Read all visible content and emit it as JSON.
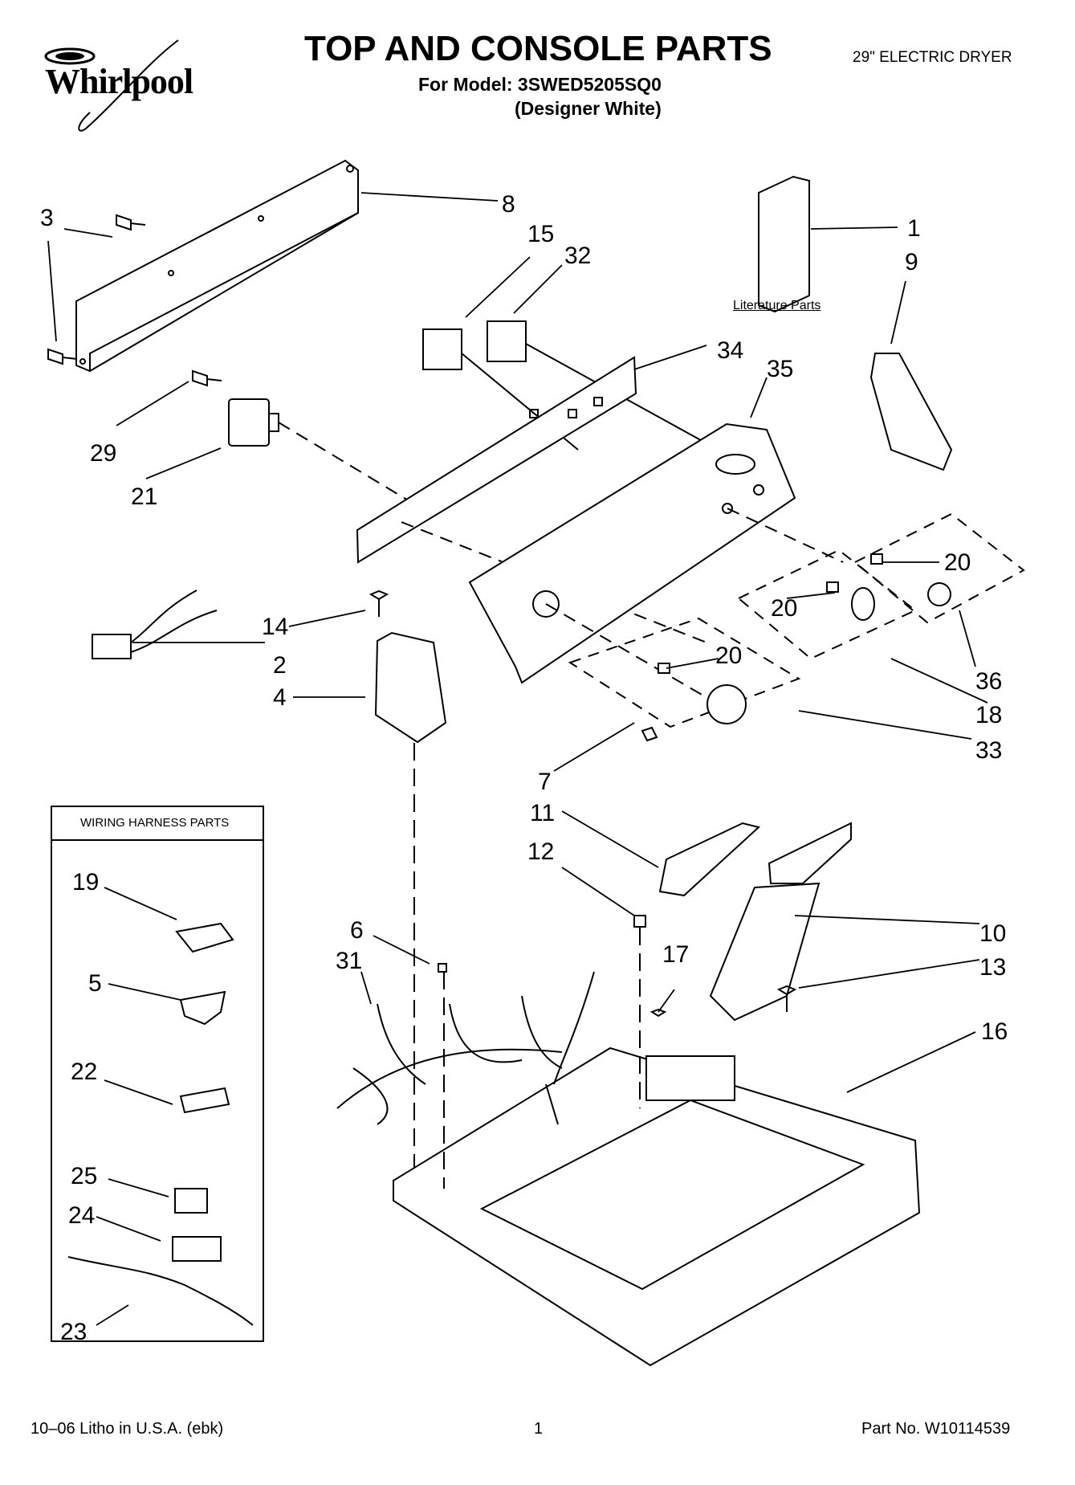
{
  "header": {
    "brand": "Whirlpool",
    "title": "TOP AND CONSOLE PARTS",
    "model_line": "For Model: 3SWED5205SQ0",
    "color_line": "(Designer White)",
    "product": "29\" ELECTRIC DRYER"
  },
  "callouts": {
    "c1": "1",
    "c2": "2",
    "c3": "3",
    "c4": "4",
    "c5": "5",
    "c6": "6",
    "c7": "7",
    "c8": "8",
    "c9": "9",
    "c10": "10",
    "c11": "11",
    "c12": "12",
    "c13": "13",
    "c14": "14",
    "c15": "15",
    "c16": "16",
    "c17": "17",
    "c18": "18",
    "c19": "19",
    "c20a": "20",
    "c20b": "20",
    "c20c": "20",
    "c21": "21",
    "c22": "22",
    "c23": "23",
    "c24": "24",
    "c25": "25",
    "c29": "29",
    "c31": "31",
    "c32": "32",
    "c33": "33",
    "c34": "34",
    "c35": "35",
    "c36": "36"
  },
  "labels": {
    "literature_parts": "Literature Parts",
    "wiring_harness_parts": "WIRING HARNESS PARTS"
  },
  "footer": {
    "litho": "10–06 Litho in U.S.A. (ebk)",
    "page": "1",
    "part_no": "Part No. W10114539"
  }
}
